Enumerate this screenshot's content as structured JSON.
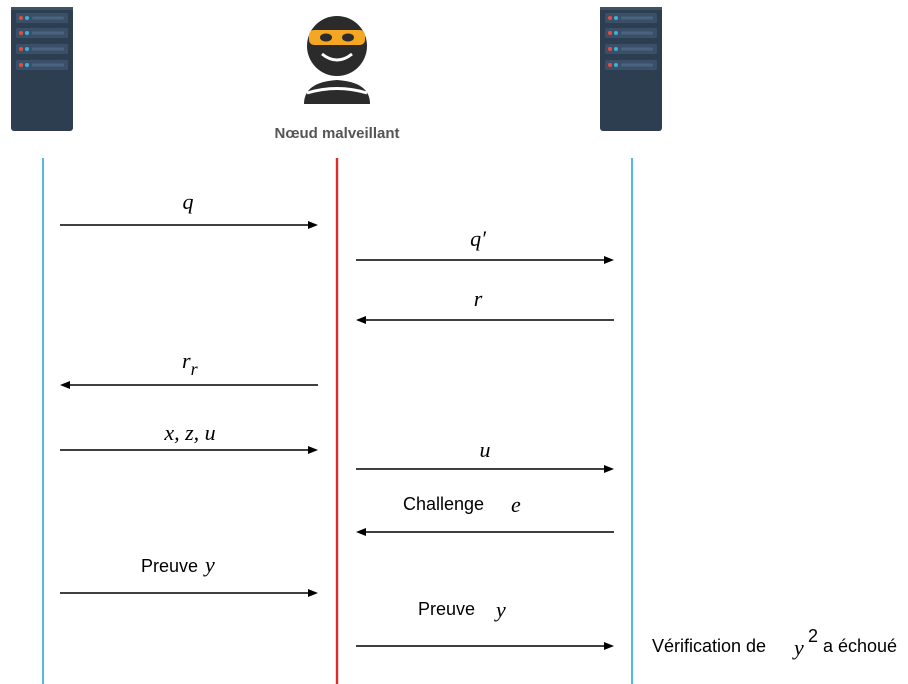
{
  "colors": {
    "lifeline_client": "#29a8d6",
    "lifeline_attacker": "#e02b2b",
    "lifeline_server": "#29a8d6",
    "server_body": "#2c3e50",
    "attacker_mask": "#f5a623",
    "text_caption": "#555555"
  },
  "icons": {
    "client": "server-icon",
    "attacker": "masked-thief-icon",
    "server": "server-icon"
  },
  "attacker": {
    "label": "Nœud malveillant"
  },
  "messages": [
    {
      "from": "client",
      "to": "attacker",
      "label": "q"
    },
    {
      "from": "attacker",
      "to": "server",
      "label": "q′"
    },
    {
      "from": "server",
      "to": "attacker",
      "label": "r"
    },
    {
      "from": "attacker",
      "to": "client",
      "label_main": "r",
      "label_sub": "r"
    },
    {
      "from": "client",
      "to": "attacker",
      "label": "x, z, u"
    },
    {
      "from": "attacker",
      "to": "server",
      "label": "u"
    },
    {
      "from": "server",
      "to": "attacker",
      "label_text": "Challenge",
      "label_var": "e"
    },
    {
      "from": "client",
      "to": "attacker",
      "label_text": "Preuve",
      "label_var": "y"
    },
    {
      "from": "attacker",
      "to": "server",
      "label_text": "Preuve",
      "label_var": "y"
    }
  ],
  "verification": {
    "text_before": "Vérification de",
    "var": "y",
    "exponent": "2",
    "text_after": "a échoué"
  }
}
